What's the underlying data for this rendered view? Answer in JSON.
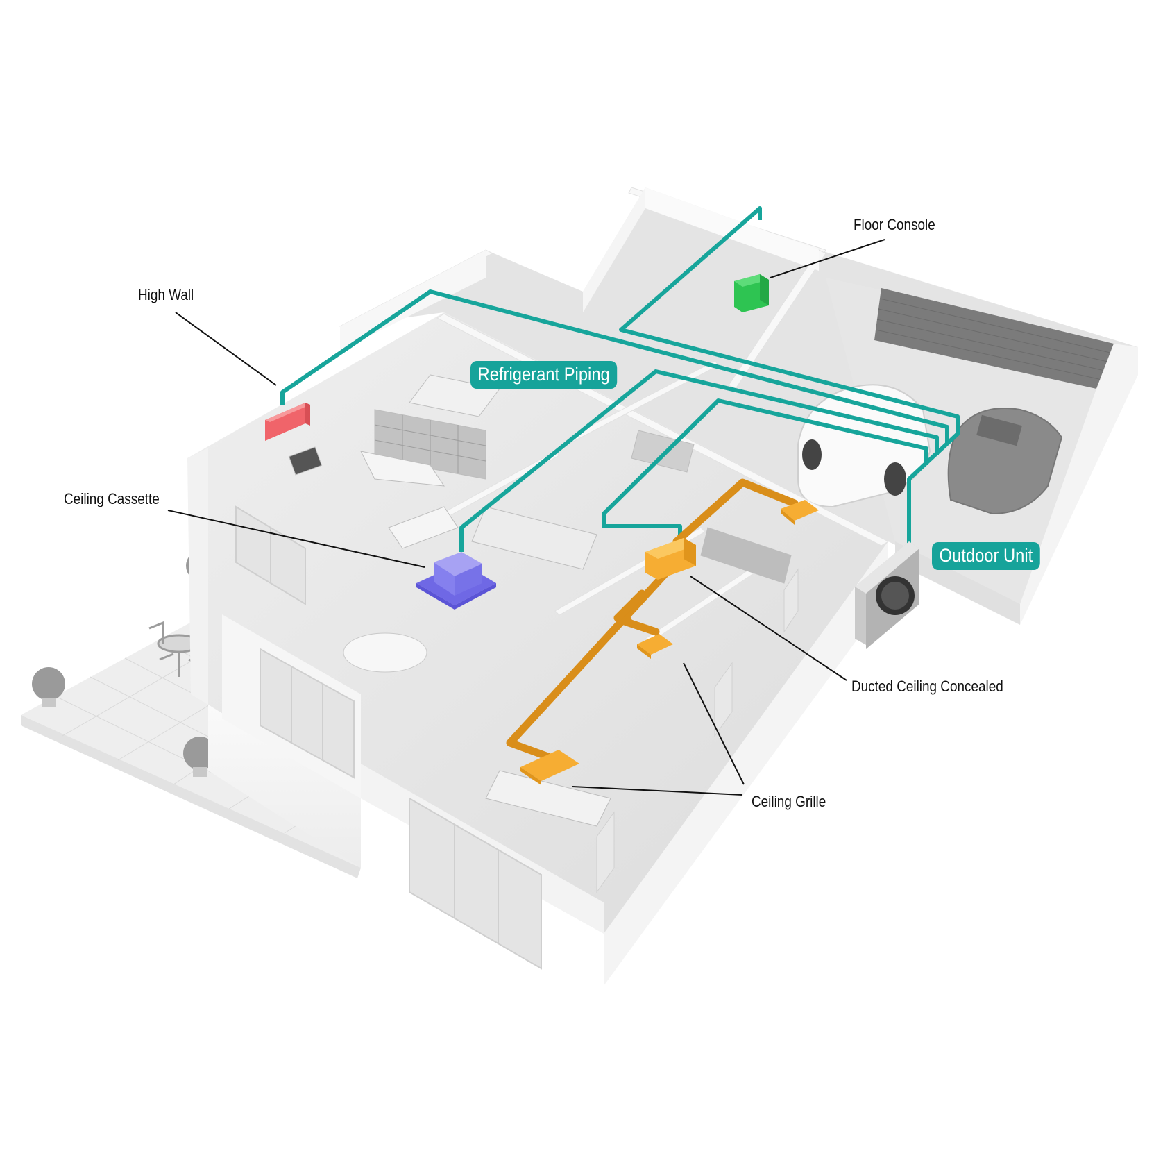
{
  "labels": {
    "high_wall": "High Wall",
    "floor_console": "Floor Console",
    "ceiling_cassette": "Ceiling Cassette",
    "ducted_ceiling_concealed": "Ducted Ceiling Concealed",
    "ceiling_grille": "Ceiling Grille",
    "refrigerant_piping": "Refrigerant Piping",
    "outdoor_unit": "Outdoor Unit"
  },
  "colors": {
    "piping": "#17a59b",
    "duct": "#d98e1a",
    "high_wall": "#f0646a",
    "floor_console": "#2ec452",
    "ceiling_cassette": "#8c86ee",
    "ducted": "#f6ad33",
    "pill_bg": "#16a39a"
  }
}
